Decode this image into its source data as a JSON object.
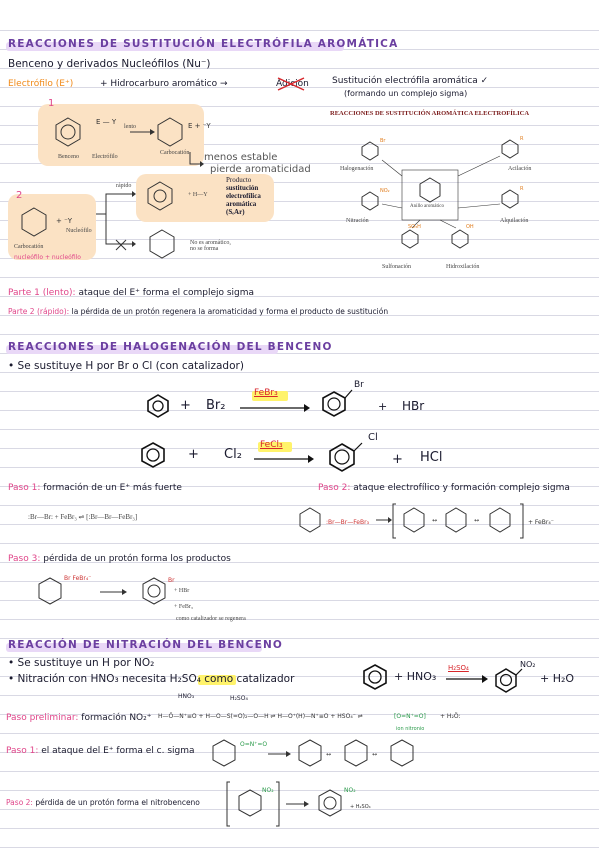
{
  "sections": {
    "s1": {
      "title": "REACCIONES DE SUSTITUCIÓN ELECTRÓFILA AROMÁTICA",
      "line1": "Benceno y derivados Nucleófilos (Nu⁻)",
      "elec": "Electrófilo (E⁺)",
      "plus_hc": "+ Hidrocarburo aromático →",
      "adicion": "Adición",
      "sust": "Sustitución electrófila aromática ✓",
      "sust_sub": "(formando un complejo sigma)",
      "menos": "menos estable",
      "pierde": "pierde aromaticidad",
      "step1": "1",
      "step2": "2",
      "benceno": "Benceno",
      "electrofilo": "Electrófilo",
      "lento": "lento",
      "carbocation": "Carbocatión",
      "rapido": "rápido",
      "nucleofilo": "Nucleófilo",
      "carbocation2": "Carbocatión",
      "nuc_note": "nucleófilo + nucleófilo",
      "hy": "+ H—Y",
      "producto": [
        "Producto",
        "sustitución",
        "electrofílica",
        "aromática",
        "(SₑAr)"
      ],
      "no_arom": [
        "No es aromático,",
        "no se forma"
      ],
      "fig_title": "REACCIONES DE SUSTITUCIÓN AROMÁTICA ELECTROFÍLICA",
      "fig_labels": {
        "halogenacion": "Halogenación",
        "acilacion": "Acilación",
        "nitracion": "Nitración",
        "alquilacion": "Alquilación",
        "sulfonacion": "Sulfonación",
        "hidroxilacion": "Hidroxilación",
        "anillo": "Anillo aromático"
      },
      "parte1_a": "Parte 1 (lento):",
      "parte1_b": "ataque del E⁺ forma el complejo sigma",
      "parte2_a": "Parte 2 (rápido):",
      "parte2_b": "la pérdida de un protón regenera la aromaticidad y forma el producto de sustitución"
    },
    "s2": {
      "title": "REACCIONES DE HALOGENACIÓN DEL BENCENO",
      "bullet": "• Se sustituye H por Br o Cl (con catalizador)",
      "r1_reag": "Br₂",
      "r1_cat": "FeBr₃",
      "r1_prod": "HBr",
      "r1_sub": "Br",
      "r2_reag": "Cl₂",
      "r2_cat": "FeCl₃",
      "r2_prod": "HCl",
      "r2_sub": "Cl",
      "plus": "+",
      "paso1_a": "Paso 1:",
      "paso1_b": "formación de un E⁺ más fuerte",
      "paso2_a": "Paso 2:",
      "paso2_b": "ataque electrofílico y formación complejo sigma",
      "paso1_eq": ":Br—Br:  +  FeBr₃  ⇌  [:Br—Br—FeBr₃]",
      "paso3_a": "Paso 3:",
      "paso3_b": "pérdida de un protón forma los productos",
      "hbr": "+ HBr",
      "febr3": "+ FeBr₃",
      "cat_note": "como catalizador se regenera"
    },
    "s3": {
      "title": "REACCIÓN DE NITRACIÓN DEL BENCENO",
      "b1": "• Se sustituye un H por NO₂",
      "b2_a": "• Nitración con HNO₃ necesita",
      "b2_hl": "H₂SO₄",
      "b2_b": "como catalizador",
      "eq_plus": "+ HNO₃",
      "eq_cat": "H₂SO₄",
      "eq_sub": "NO₂",
      "eq_prod": "+ H₂O",
      "pre_a": "Paso preliminar:",
      "pre_b": "formación NO₂⁺",
      "pre_lbl1": "HNO₃",
      "pre_lbl2": "H₂SO₄",
      "ion": "ion nitronio",
      "p1_a": "Paso 1:",
      "p1_b": "el ataque del E⁺ forma el c. sigma",
      "p2_a": "Paso 2:",
      "p2_b": "pérdida de un protón forma el nitrobenceno"
    }
  },
  "colors": {
    "title": "#6b3fa0",
    "title_hl": "#e9d8f7",
    "pink": "#e0468a",
    "orange": "#f08a1a",
    "box": "#fbe2c4",
    "yellow": "#fff36b",
    "check": "#5cc45c"
  }
}
